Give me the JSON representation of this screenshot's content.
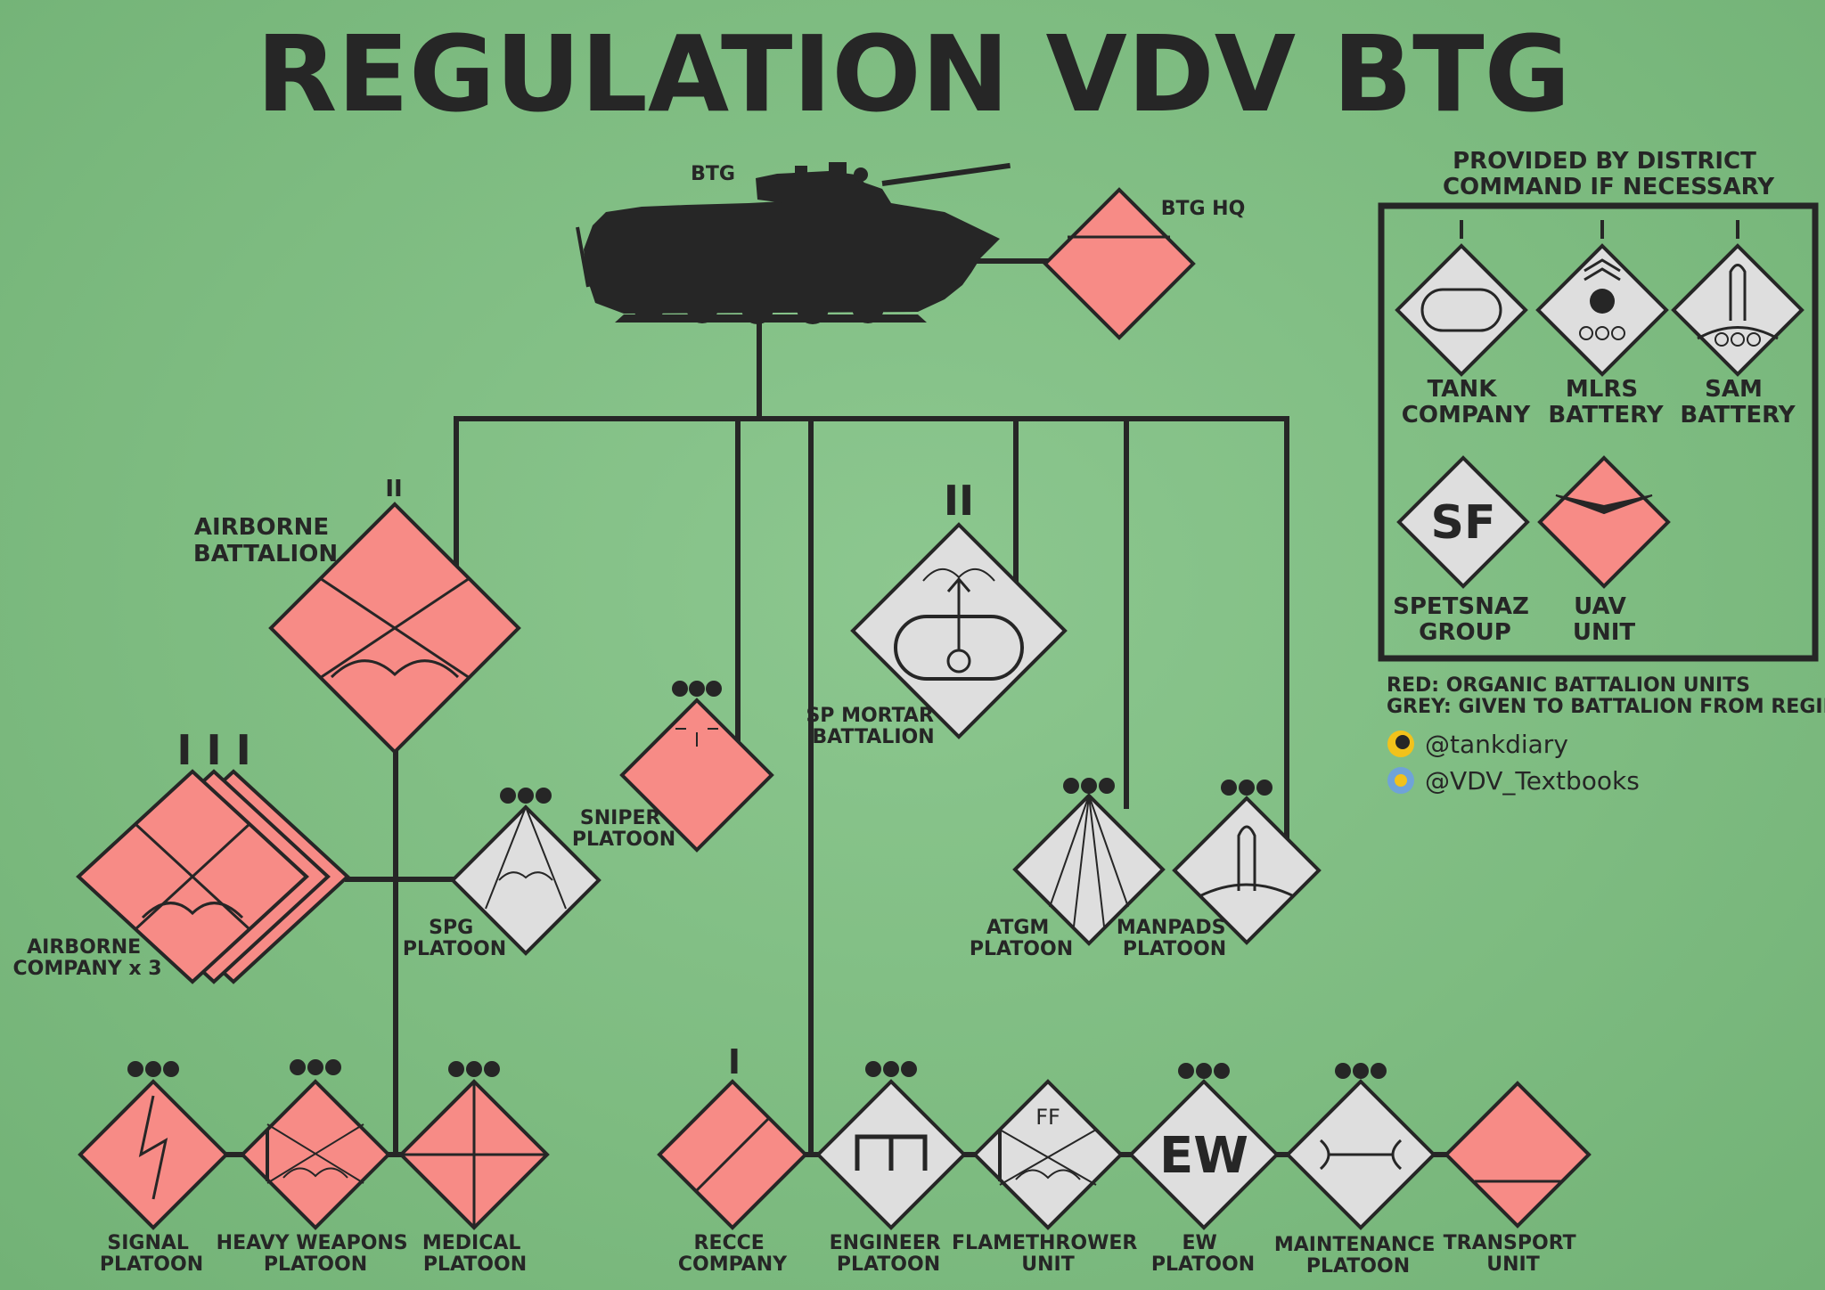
{
  "title": "REGULATION VDV BTG",
  "top": {
    "btg_label": "BTG",
    "btg_hq_label": "BTG HQ"
  },
  "units": {
    "airborne_battalion": [
      "AIRBORNE",
      "BATTALION"
    ],
    "airborne_company": [
      "AIRBORNE",
      "COMPANY x 3"
    ],
    "spg_platoon": [
      "SPG",
      "PLATOON"
    ],
    "sniper_platoon": [
      "SNIPER",
      "PLATOON"
    ],
    "sp_mortar_battalion": [
      "SP MORTAR",
      "BATTALION"
    ],
    "atgm_platoon": [
      "ATGM",
      "PLATOON"
    ],
    "manpads_platoon": [
      "MANPADS",
      "PLATOON"
    ],
    "signal_platoon": [
      "SIGNAL",
      "PLATOON"
    ],
    "heavy_weapons_platoon": [
      "HEAVY WEAPONS",
      "PLATOON"
    ],
    "medical_platoon": [
      "MEDICAL",
      "PLATOON"
    ],
    "recce_company": [
      "RECCE",
      "COMPANY"
    ],
    "engineer_platoon": [
      "ENGINEER",
      "PLATOON"
    ],
    "flamethrower_unit": [
      "FLAMETHROWER",
      "UNIT"
    ],
    "ew_platoon": [
      "EW",
      "PLATOON"
    ],
    "maintenance_platoon": [
      "MAINTENANCE",
      "PLATOON"
    ],
    "transport_unit": [
      "TRANSPORT",
      "UNIT"
    ]
  },
  "symbols": {
    "ff_text": "FF",
    "ew_text": "EW",
    "sf_text": "SF",
    "echelon_battalion": "II",
    "echelon_regiment_group": "I I I",
    "echelon_company": "I"
  },
  "district": {
    "heading": [
      "PROVIDED BY DISTRICT",
      "COMMAND IF NECESSARY"
    ],
    "tank_company": [
      "TANK",
      "COMPANY"
    ],
    "mlrs_battery": [
      "MLRS",
      "BATTERY"
    ],
    "sam_battery": [
      "SAM",
      "BATTERY"
    ],
    "spetsnaz_group": [
      "SPETSNAZ",
      "GROUP"
    ],
    "uav_unit": [
      "UAV",
      "UNIT"
    ]
  },
  "legend": {
    "red": "RED: ORGANIC BATTALION UNITS",
    "grey": "GREY: GIVEN TO BATTALION FROM REGIMENT"
  },
  "credits": {
    "handle1": "@tankdiary",
    "handle2": "@VDV_Textbooks"
  },
  "colors": {
    "organic": "#f78b86",
    "regiment": "#dedede",
    "line": "#262626",
    "background": "#7fbd82"
  }
}
